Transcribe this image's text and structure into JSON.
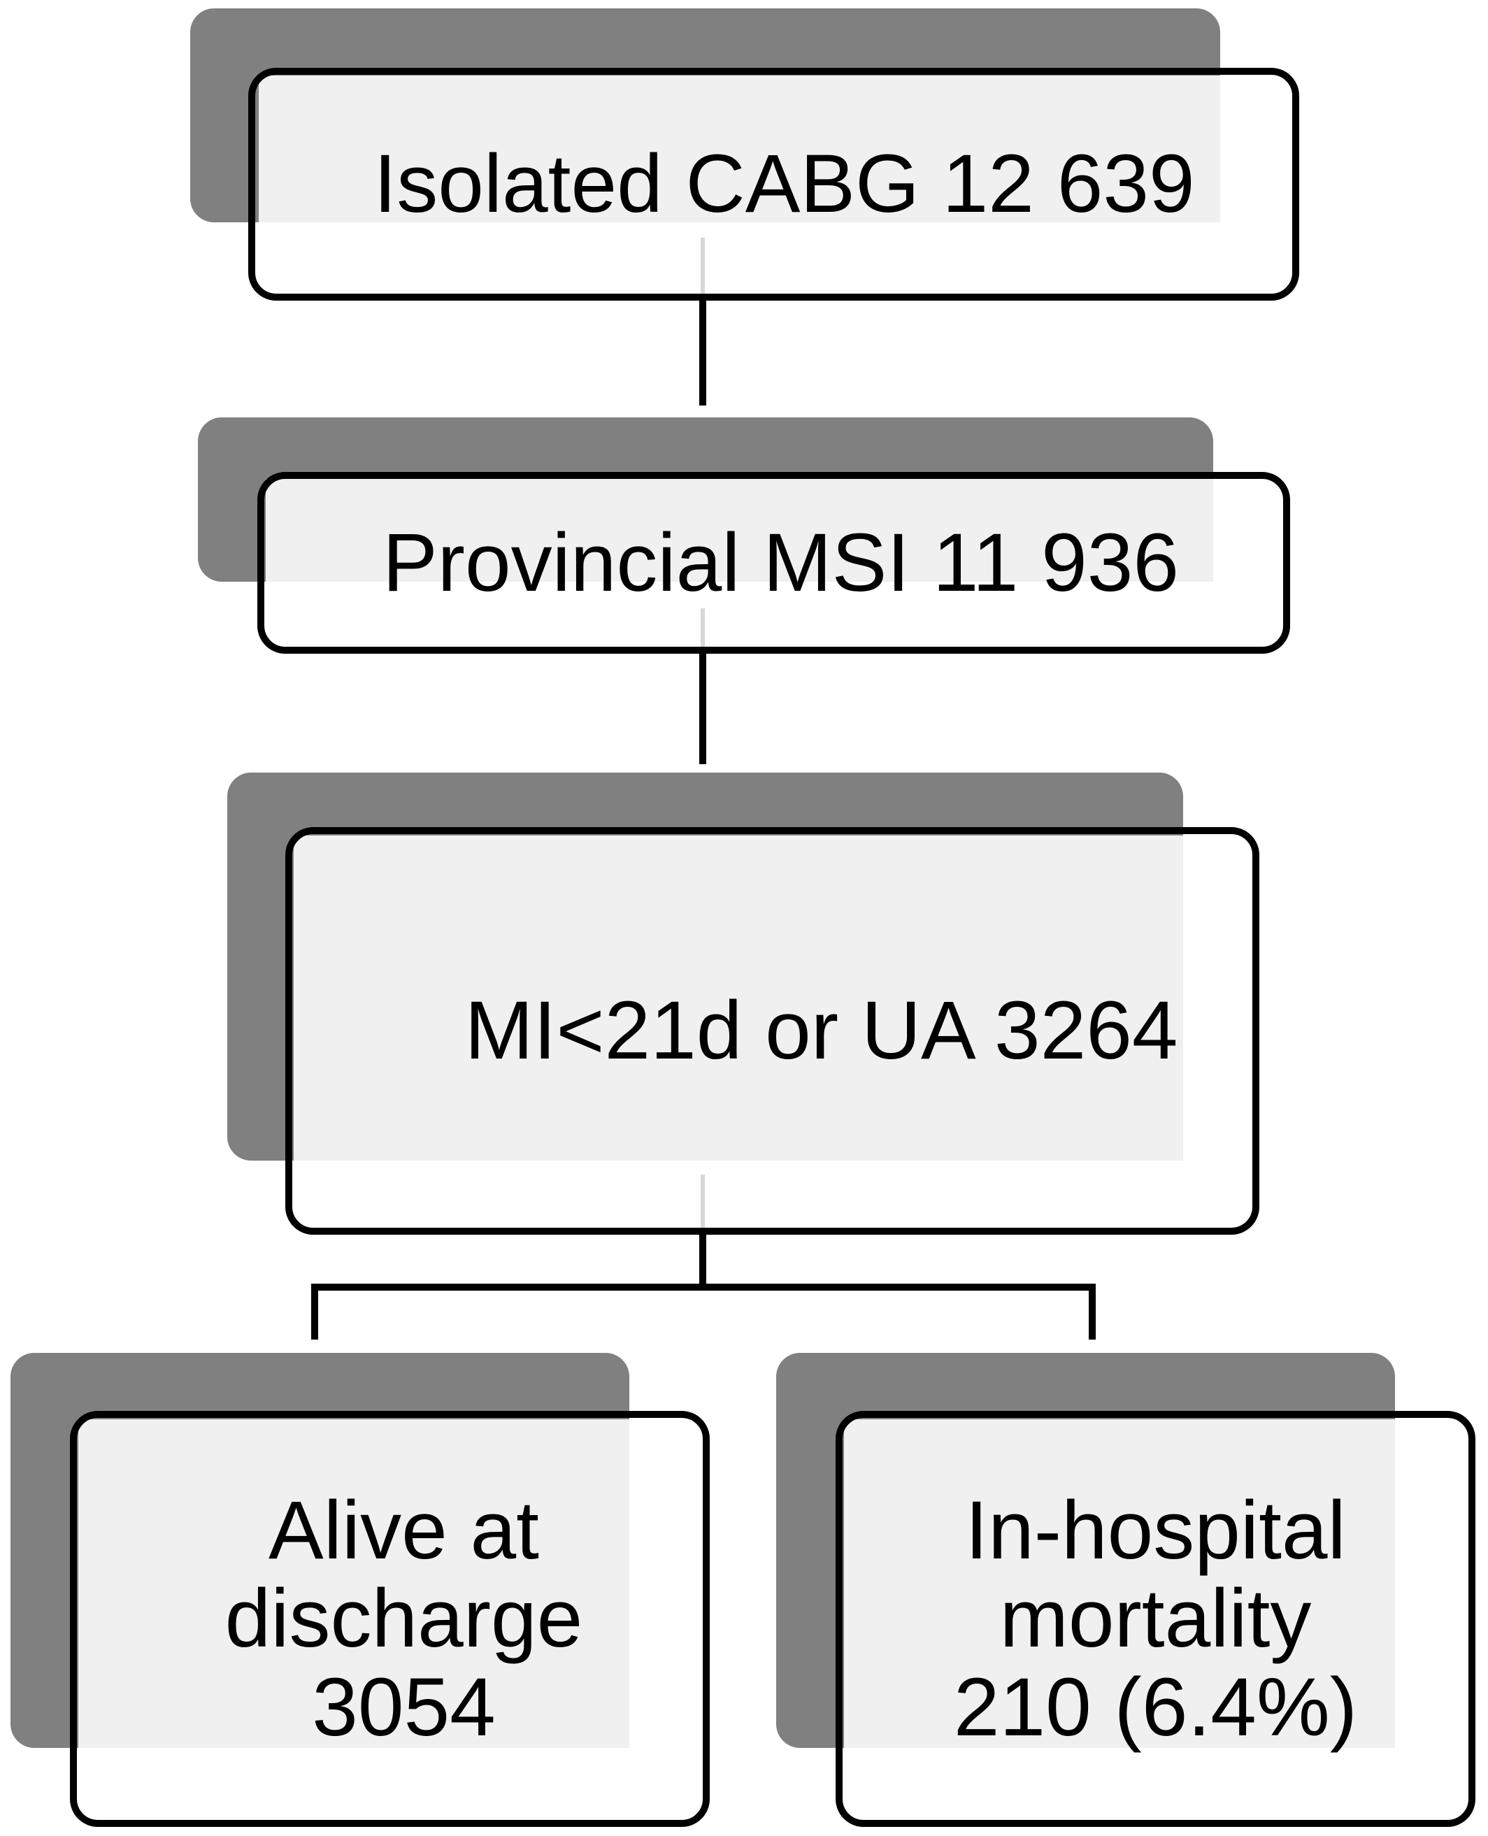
{
  "nodes": {
    "isolated_cabg": {
      "text": "Isolated CABG 12 639"
    },
    "provincial_msi": {
      "text": "Provincial MSI 11 936"
    },
    "mi_or_ua": {
      "text": "MI<21d or UA 3264"
    },
    "alive": {
      "line1": "Alive at",
      "line2": "discharge",
      "line3": "3054"
    },
    "mortality": {
      "line1": "In-hospital",
      "line2": "mortality",
      "line3": "210 (6.4%)"
    }
  },
  "edges": [
    {
      "from": "isolated_cabg",
      "to": "provincial_msi"
    },
    {
      "from": "provincial_msi",
      "to": "mi_or_ua"
    },
    {
      "from": "mi_or_ua",
      "to": "alive"
    },
    {
      "from": "mi_or_ua",
      "to": "mortality"
    }
  ],
  "colors": {
    "shadow": "#808080",
    "box_fill": "#f0f0f0",
    "border": "#000000",
    "text": "#000000"
  }
}
